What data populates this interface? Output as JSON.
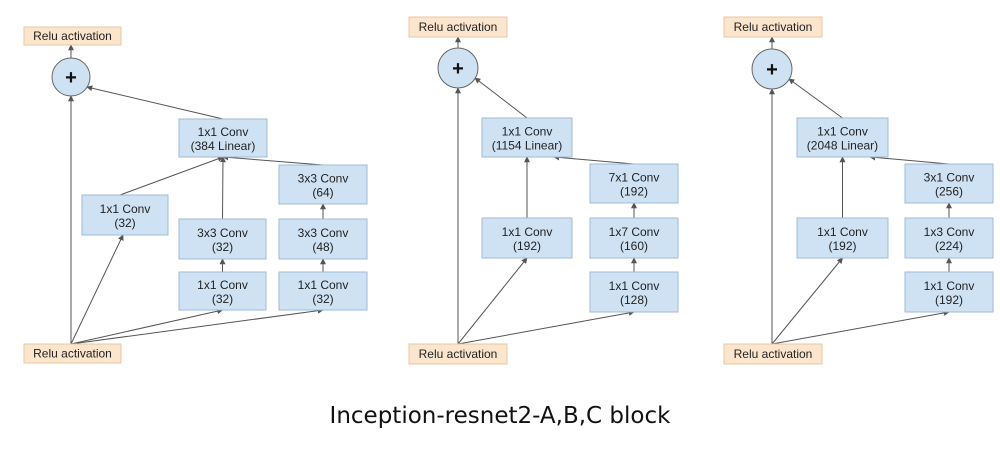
{
  "caption": "Inception-resnet2-A,B,C block",
  "colors": {
    "conv_fill": "#cfe2f3",
    "conv_stroke": "#9fb9d6",
    "relu_fill": "#fce5cd",
    "relu_stroke": "#e8c7a3",
    "plus_fill": "#cfe2f3",
    "line": "#555555"
  },
  "blocks": [
    {
      "name": "A",
      "input_label": "Relu activation",
      "output_label": "Relu activation",
      "plus_symbol": "+",
      "merge": {
        "line1": "1x1 Conv",
        "line2": "(384 Linear)"
      },
      "branches": [
        {
          "line1": "1x1 Conv",
          "line2": "(32)"
        },
        {
          "line1": "3x3 Conv",
          "line2": "(32)"
        },
        {
          "line1": "1x1 Conv",
          "line2": "(32)"
        },
        {
          "line1": "3x3 Conv",
          "line2": "(64)"
        },
        {
          "line1": "3x3 Conv",
          "line2": "(48)"
        },
        {
          "line1": "1x1 Conv",
          "line2": "(32)"
        }
      ]
    },
    {
      "name": "B",
      "input_label": "Relu activation",
      "output_label": "Relu activation",
      "plus_symbol": "+",
      "merge": {
        "line1": "1x1 Conv",
        "line2": "(1154 Linear)"
      },
      "branches": [
        {
          "line1": "1x1 Conv",
          "line2": "(192)"
        },
        {
          "line1": "7x1 Conv",
          "line2": "(192)"
        },
        {
          "line1": "1x7 Conv",
          "line2": "(160)"
        },
        {
          "line1": "1x1 Conv",
          "line2": "(128)"
        }
      ]
    },
    {
      "name": "C",
      "input_label": "Relu activation",
      "output_label": "Relu activation",
      "plus_symbol": "+",
      "merge": {
        "line1": "1x1 Conv",
        "line2": "(2048 Linear)"
      },
      "branches": [
        {
          "line1": "1x1 Conv",
          "line2": "(192)"
        },
        {
          "line1": "3x1 Conv",
          "line2": "(256)"
        },
        {
          "line1": "1x3 Conv",
          "line2": "(224)"
        },
        {
          "line1": "1x1 Conv",
          "line2": "(192)"
        }
      ]
    }
  ]
}
